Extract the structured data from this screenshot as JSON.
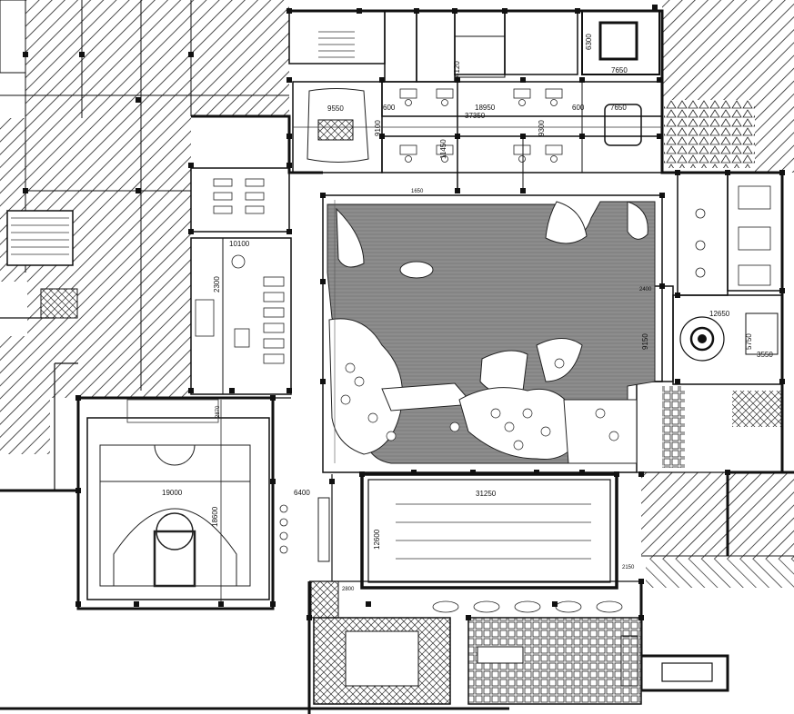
{
  "dimensions": {
    "d6300": "6300",
    "d4120": "4120",
    "d7650_top": "7650",
    "d9550": "9550",
    "d600_a": "600",
    "d18950": "18950",
    "d37350": "37350",
    "d600_b": "600",
    "d7650_mid": "7650",
    "d9100": "9100",
    "d11450": "11450",
    "d9300": "9300",
    "d1650": "1650",
    "d10100": "10100",
    "d2300": "2300",
    "d2400": "2400",
    "d12650": "12650",
    "d9150": "9150",
    "d5750": "5750",
    "d3550": "3550",
    "d2870": "2870",
    "d19000": "19000",
    "d18600": "18600",
    "d6400": "6400",
    "d31250": "31250",
    "d12600": "12600",
    "d2150": "2150",
    "d2800": "2800"
  },
  "colors": {
    "line": "#111111",
    "hatch": "#222222",
    "pond": "#8a8a8a",
    "paper": "#ffffff"
  }
}
